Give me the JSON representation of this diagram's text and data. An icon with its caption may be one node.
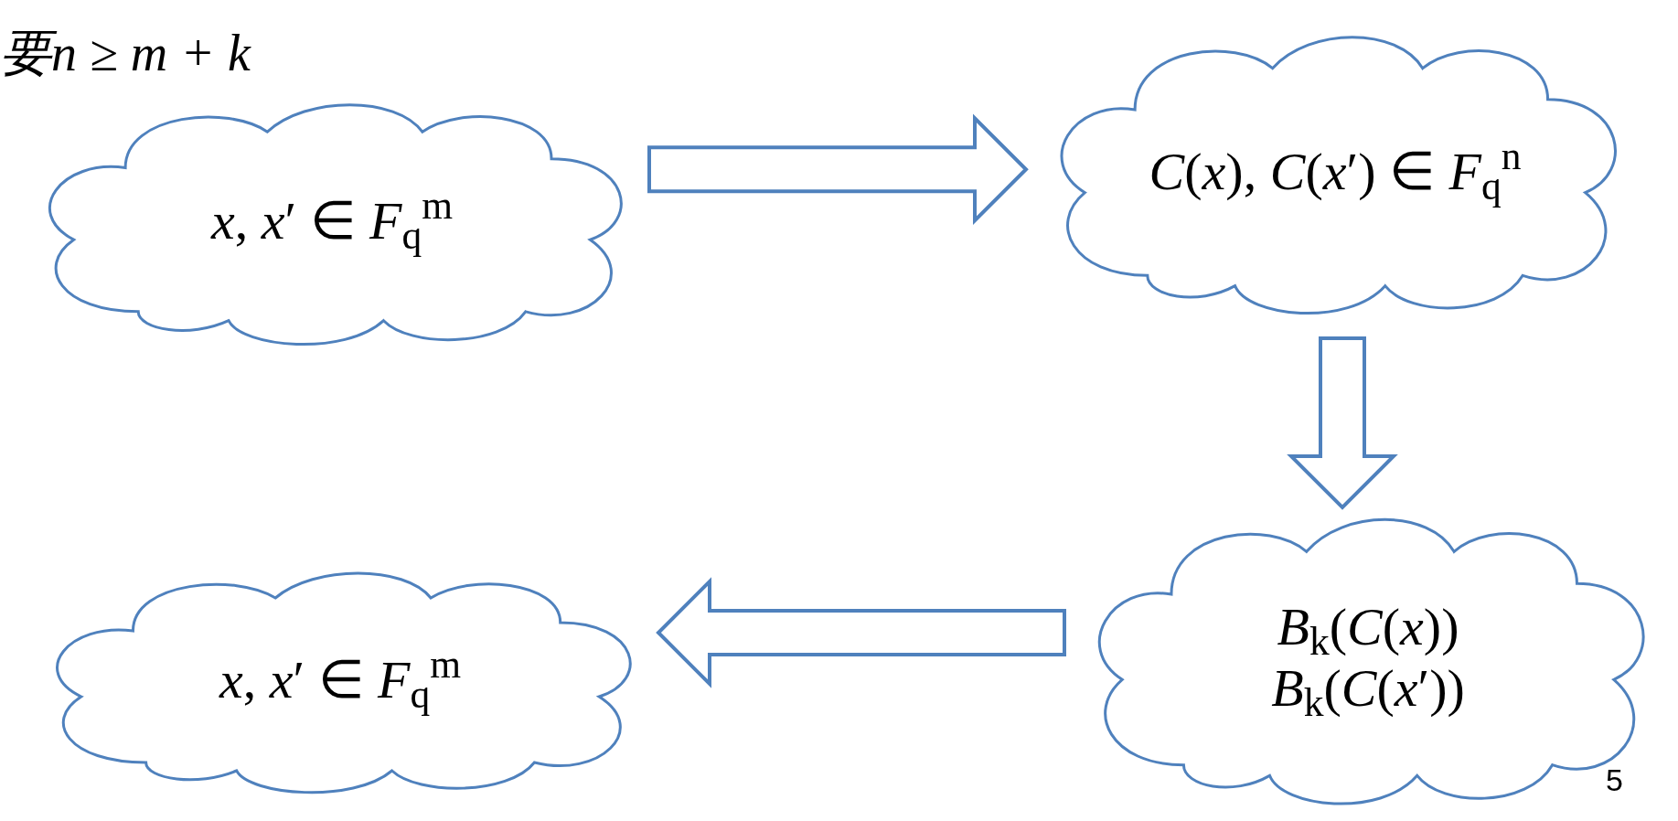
{
  "diagram": {
    "nodes": [
      {
        "text": [
          "*x*, *x*′ ∈ *F*$_{q}$$^{m}$"
        ]
      },
      {
        "text": [
          "*C*(*x*), *C*(*x*′) ∈ *F*$_{q}$$^{n}$"
        ]
      },
      {
        "text": [
          "*B*$_{k}$(*C*(*x*))",
          "*B*$_{k}$(*C*(*x*′))"
        ]
      },
      {
        "text": [
          "*x*, *x*′ ∈ *F*$_{q}$$^{m}$"
        ]
      }
    ],
    "edges": [
      {
        "from": 0,
        "to": 1,
        "arrow": "to"
      },
      {
        "from": 1,
        "to": 2,
        "arrow": "to"
      },
      {
        "from": 2,
        "to": 3,
        "arrow": "to"
      }
    ],
    "labels": [
      "要n ≥ m + k",
      "5"
    ]
  }
}
